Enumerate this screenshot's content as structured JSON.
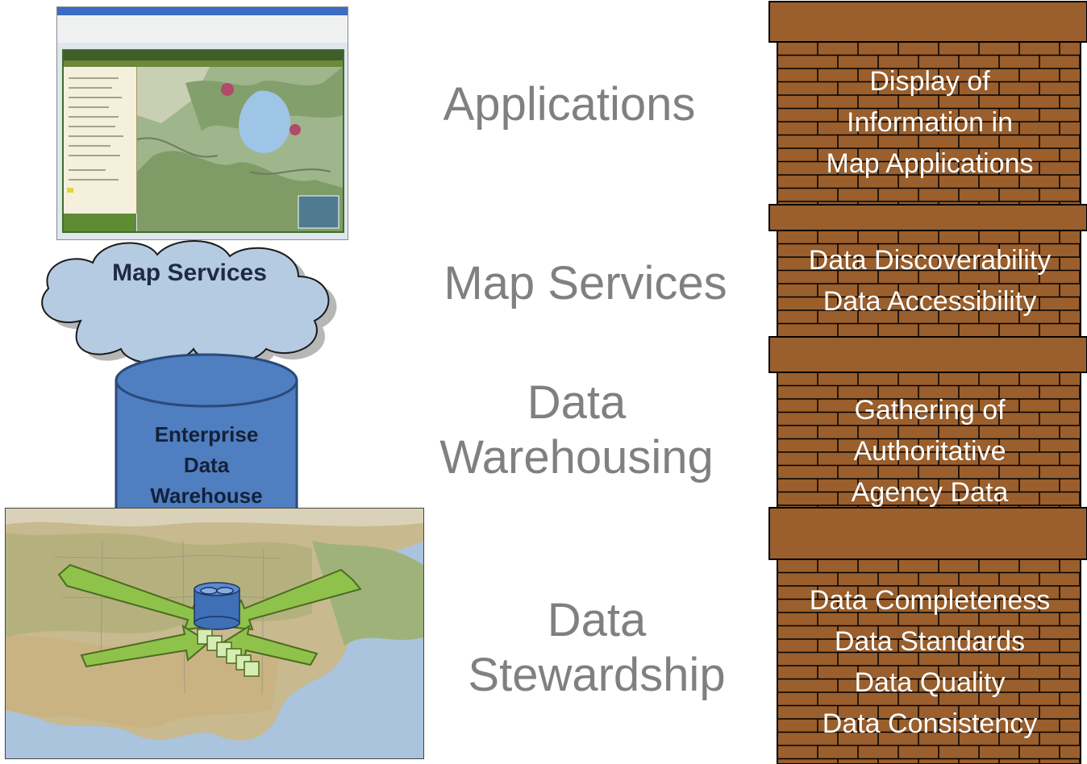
{
  "left_stack": {
    "map_services_label": "Map Services",
    "warehouse_label_lines": [
      "Enterprise",
      "Data",
      "Warehouse"
    ]
  },
  "layers": [
    {
      "id": "applications",
      "label_lines": [
        "Applications"
      ]
    },
    {
      "id": "map-services",
      "label_lines": [
        "Map Services"
      ]
    },
    {
      "id": "data-warehousing",
      "label_lines": [
        "Data",
        "Warehousing"
      ]
    },
    {
      "id": "data-stewardship",
      "label_lines": [
        "Data",
        "Stewardship"
      ]
    }
  ],
  "pillar": {
    "colors": {
      "brick": "#9a5f2c",
      "mortar": "#000000",
      "text": "#ffffff"
    },
    "blocks": [
      {
        "lines": [
          "Display of",
          "Information in",
          "Map Applications"
        ]
      },
      {
        "lines": [
          "Data Discoverability",
          "Data Accessibility"
        ]
      },
      {
        "lines": [
          "Gathering of",
          "Authoritative",
          "Agency Data"
        ]
      },
      {
        "lines": [
          "Data Completeness",
          "Data Standards",
          "Data Quality",
          "Data Consistency"
        ]
      }
    ]
  }
}
